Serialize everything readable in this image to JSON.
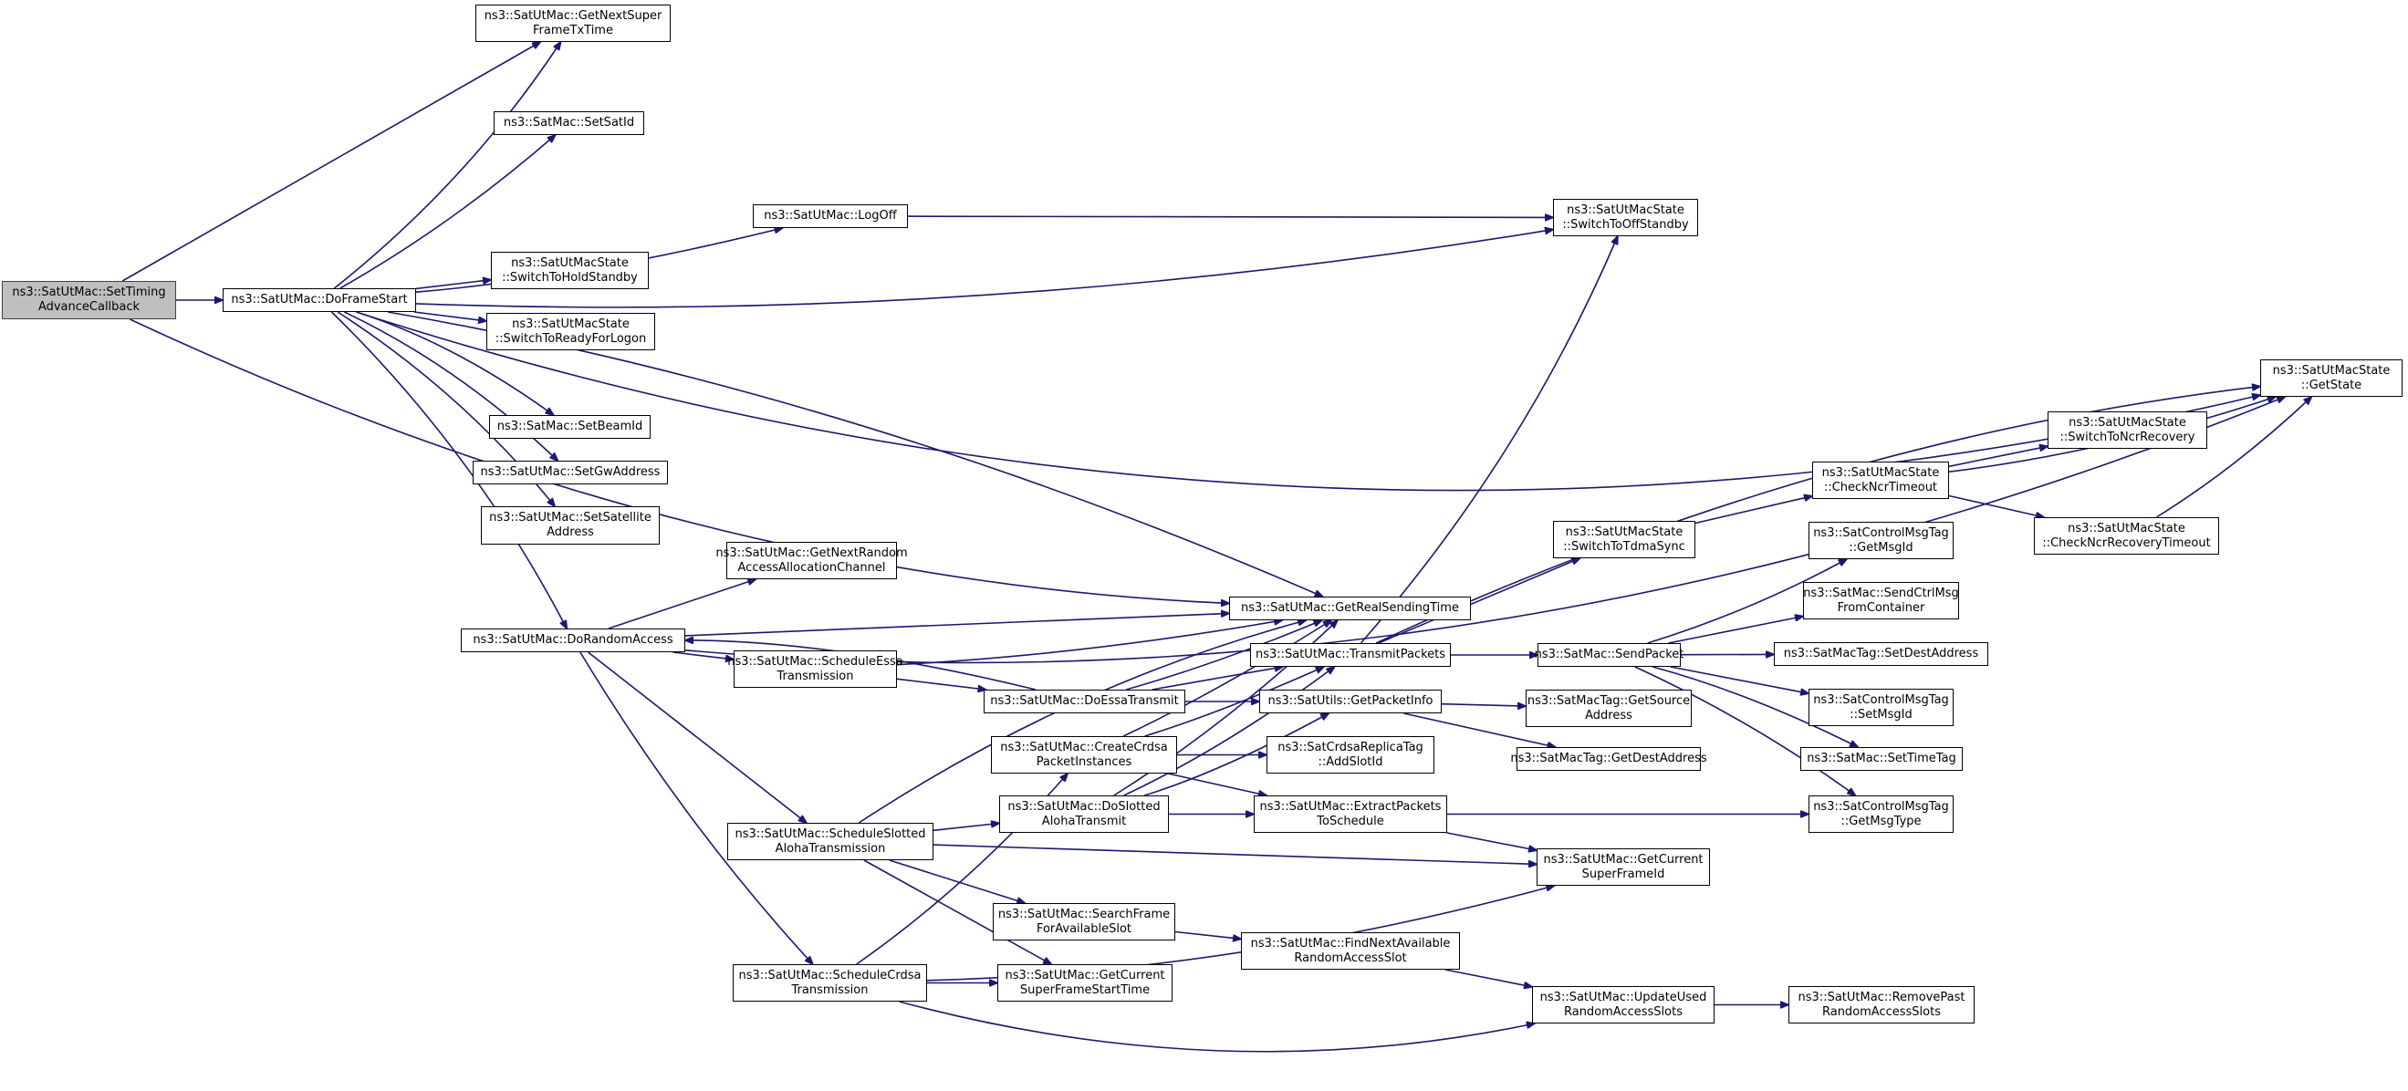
{
  "graph": {
    "colors": {
      "edge": "#191970",
      "node_border": "#000000",
      "root_fill": "#bfbfbf",
      "node_fill": "#ffffff"
    },
    "nodes": [
      {
        "id": "root",
        "lines": [
          "ns3::SatUtMac::SetTiming",
          "AdvanceCallback"
        ],
        "root": true
      },
      {
        "id": "doFrameStart",
        "lines": [
          "ns3::SatUtMac::DoFrameStart"
        ]
      },
      {
        "id": "getNextSuper",
        "lines": [
          "ns3::SatUtMac::GetNextSuper",
          "FrameTxTime"
        ]
      },
      {
        "id": "setSatId",
        "lines": [
          "ns3::SatMac::SetSatId"
        ]
      },
      {
        "id": "logOff",
        "lines": [
          "ns3::SatUtMac::LogOff"
        ]
      },
      {
        "id": "switchToOffStandby",
        "lines": [
          "ns3::SatUtMacState",
          "::SwitchToOffStandby"
        ]
      },
      {
        "id": "switchToHoldStandby",
        "lines": [
          "ns3::SatUtMacState",
          "::SwitchToHoldStandby"
        ]
      },
      {
        "id": "switchToReadyForLogon",
        "lines": [
          "ns3::SatUtMacState",
          "::SwitchToReadyForLogon"
        ]
      },
      {
        "id": "getState",
        "lines": [
          "ns3::SatUtMacState",
          "::GetState"
        ]
      },
      {
        "id": "setBeamId",
        "lines": [
          "ns3::SatMac::SetBeamId"
        ]
      },
      {
        "id": "setGwAddress",
        "lines": [
          "ns3::SatUtMac::SetGwAddress"
        ]
      },
      {
        "id": "setSatelliteAddress",
        "lines": [
          "ns3::SatUtMac::SetSatellite",
          "Address"
        ]
      },
      {
        "id": "switchToNcrRecovery",
        "lines": [
          "ns3::SatUtMacState",
          "::SwitchToNcrRecovery"
        ]
      },
      {
        "id": "checkNcrTimeout",
        "lines": [
          "ns3::SatUtMacState",
          "::CheckNcrTimeout"
        ]
      },
      {
        "id": "checkNcrRecoveryTimeout",
        "lines": [
          "ns3::SatUtMacState",
          "::CheckNcrRecoveryTimeout"
        ]
      },
      {
        "id": "switchToTdmaSync",
        "lines": [
          "ns3::SatUtMacState",
          "::SwitchToTdmaSync"
        ]
      },
      {
        "id": "getNextRandomAccess",
        "lines": [
          "ns3::SatUtMac::GetNextRandom",
          "AccessAllocationChannel"
        ]
      },
      {
        "id": "getRealSendingTime",
        "lines": [
          "ns3::SatUtMac::GetRealSendingTime"
        ]
      },
      {
        "id": "doRandomAccess",
        "lines": [
          "ns3::SatUtMac::DoRandomAccess"
        ]
      },
      {
        "id": "scheduleEssa",
        "lines": [
          "ns3::SatUtMac::ScheduleEssa",
          "Transmission"
        ]
      },
      {
        "id": "transmitPackets",
        "lines": [
          "ns3::SatUtMac::TransmitPackets"
        ]
      },
      {
        "id": "sendPacket",
        "lines": [
          "ns3::SatMac::SendPacket"
        ]
      },
      {
        "id": "getMsgId",
        "lines": [
          "ns3::SatControlMsgTag",
          "::GetMsgId"
        ]
      },
      {
        "id": "sendCtrlMsg",
        "lines": [
          "ns3::SatMac::SendCtrlMsg",
          "FromContainer"
        ]
      },
      {
        "id": "setDestAddress",
        "lines": [
          "ns3::SatMacTag::SetDestAddress"
        ]
      },
      {
        "id": "doEssaTransmit",
        "lines": [
          "ns3::SatUtMac::DoEssaTransmit"
        ]
      },
      {
        "id": "getPacketInfo",
        "lines": [
          "ns3::SatUtils::GetPacketInfo"
        ]
      },
      {
        "id": "getSourceAddress",
        "lines": [
          "ns3::SatMacTag::GetSource",
          "Address"
        ]
      },
      {
        "id": "setMsgId",
        "lines": [
          "ns3::SatControlMsgTag",
          "::SetMsgId"
        ]
      },
      {
        "id": "createCrdsa",
        "lines": [
          "ns3::SatUtMac::CreateCrdsa",
          "PacketInstances"
        ]
      },
      {
        "id": "addSlotId",
        "lines": [
          "ns3::SatCrdsaReplicaTag",
          "::AddSlotId"
        ]
      },
      {
        "id": "getDestAddress",
        "lines": [
          "ns3::SatMacTag::GetDestAddress"
        ]
      },
      {
        "id": "setTimeTag",
        "lines": [
          "ns3::SatMac::SetTimeTag"
        ]
      },
      {
        "id": "doSlottedAloha",
        "lines": [
          "ns3::SatUtMac::DoSlotted",
          "AlohaTransmit"
        ]
      },
      {
        "id": "extractPackets",
        "lines": [
          "ns3::SatUtMac::ExtractPackets",
          "ToSchedule"
        ]
      },
      {
        "id": "getMsgType",
        "lines": [
          "ns3::SatControlMsgTag",
          "::GetMsgType"
        ]
      },
      {
        "id": "scheduleSlottedAloha",
        "lines": [
          "ns3::SatUtMac::ScheduleSlotted",
          "AlohaTransmission"
        ]
      },
      {
        "id": "getCurrentSuperFrameId",
        "lines": [
          "ns3::SatUtMac::GetCurrent",
          "SuperFrameId"
        ]
      },
      {
        "id": "searchFrame",
        "lines": [
          "ns3::SatUtMac::SearchFrame",
          "ForAvailableSlot"
        ]
      },
      {
        "id": "findNextAvailable",
        "lines": [
          "ns3::SatUtMac::FindNextAvailable",
          "RandomAccessSlot"
        ]
      },
      {
        "id": "scheduleCrdsa",
        "lines": [
          "ns3::SatUtMac::ScheduleCrdsa",
          "Transmission"
        ]
      },
      {
        "id": "getCurrentSuperFrameStartTime",
        "lines": [
          "ns3::SatUtMac::GetCurrent",
          "SuperFrameStartTime"
        ]
      },
      {
        "id": "updateUsedRandomAccessSlots",
        "lines": [
          "ns3::SatUtMac::UpdateUsed",
          "RandomAccessSlots"
        ]
      },
      {
        "id": "removePastRandomAccessSlots",
        "lines": [
          "ns3::SatUtMac::RemovePast",
          "RandomAccessSlots"
        ]
      }
    ]
  }
}
